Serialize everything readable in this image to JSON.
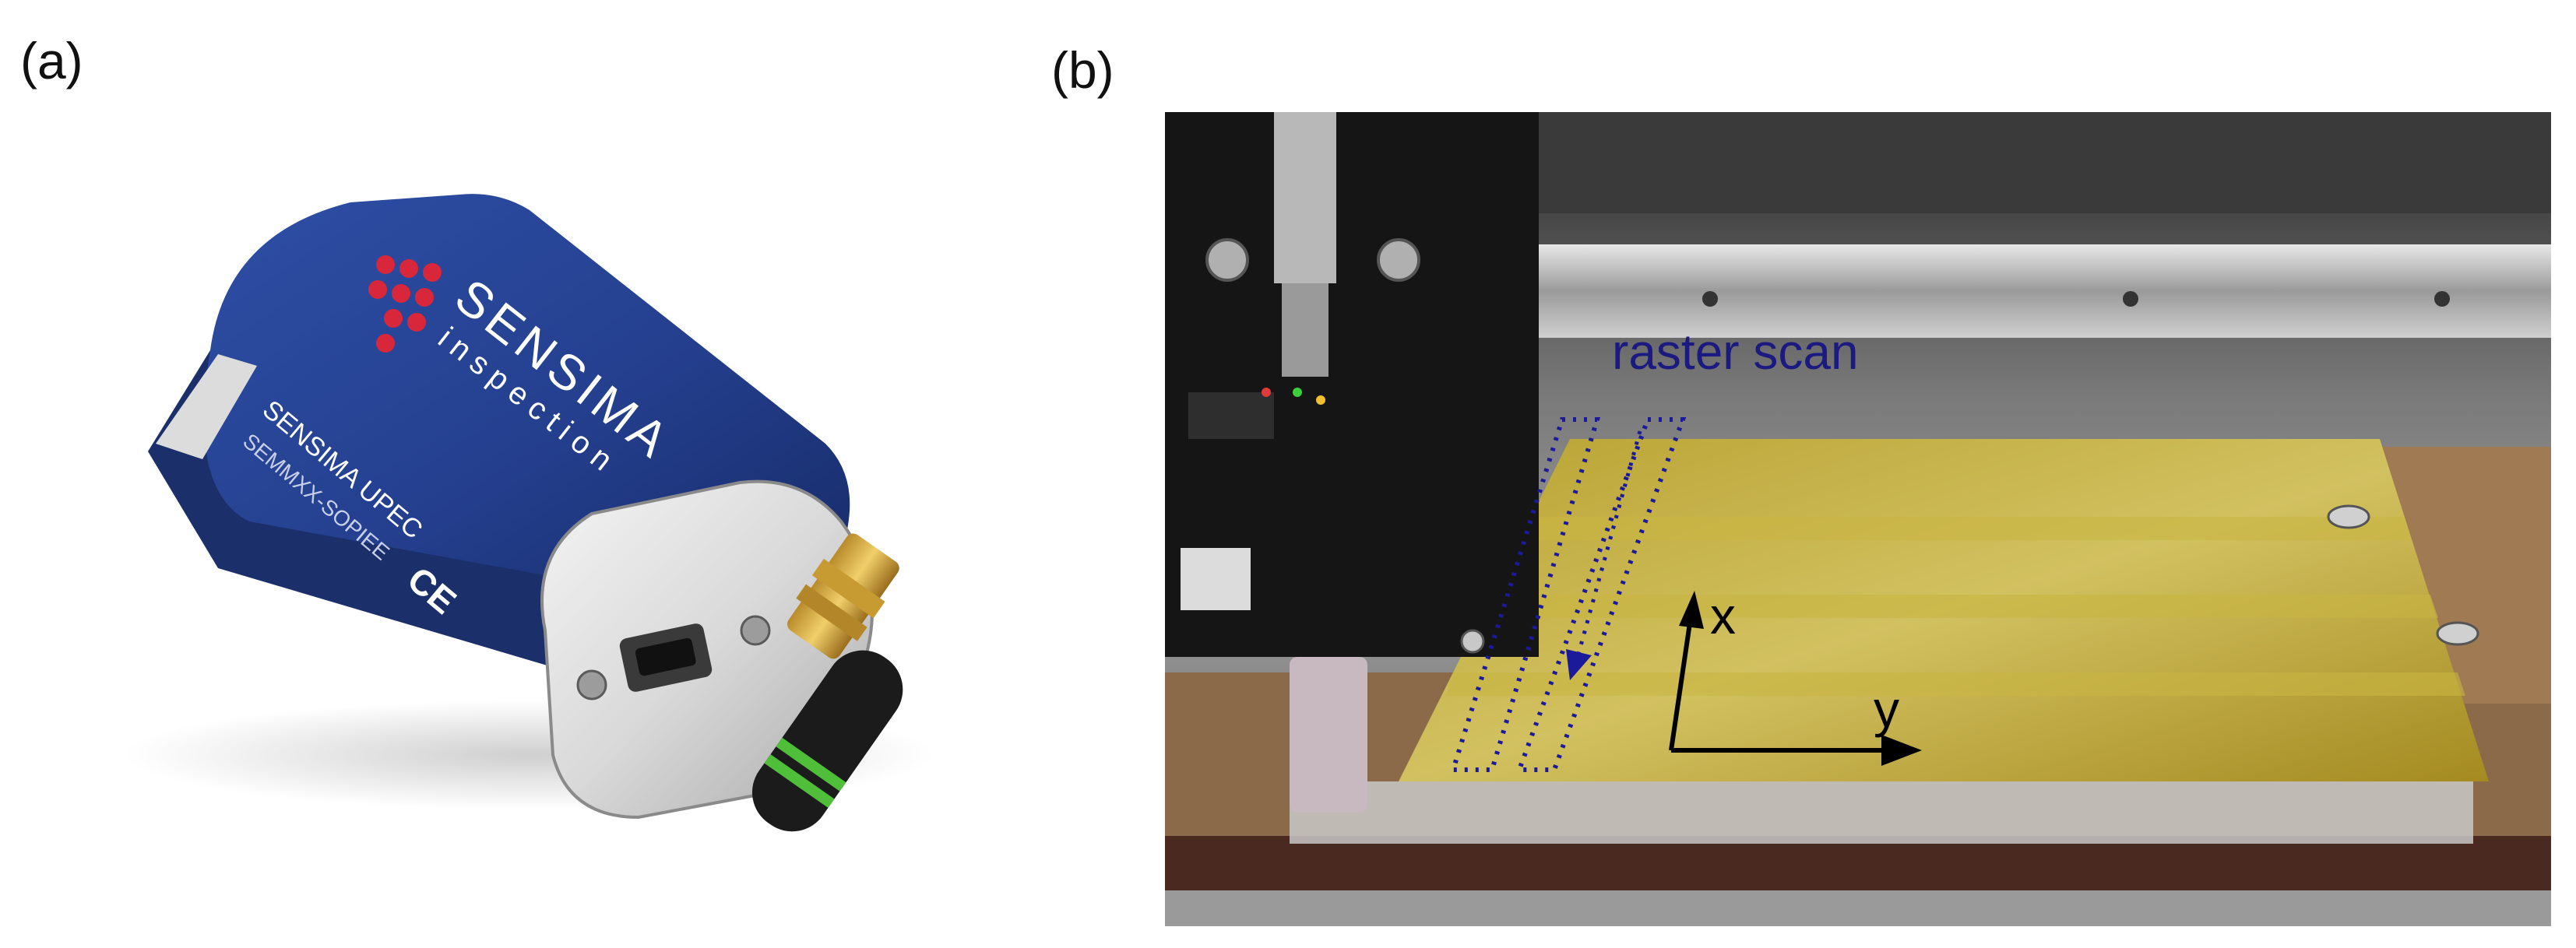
{
  "figure": {
    "panel_a_label": "(a)",
    "panel_b_label": "(b)"
  },
  "device": {
    "brand": "SENSIMA",
    "brand_sub": "inspection",
    "model": "SENSIMA UPEC",
    "serial": "SEMMXX-SOPIEE",
    "mark": "CE",
    "body_color": "#243f8e",
    "dot_color": "#d8263a",
    "antenna_stripe_color": "#4fbf3a"
  },
  "scanner": {
    "annotation": "raster scan",
    "axis_x": "x",
    "axis_y": "y",
    "annotation_color": "#1a1a80",
    "scan_path_color": "#1a1a9a"
  }
}
